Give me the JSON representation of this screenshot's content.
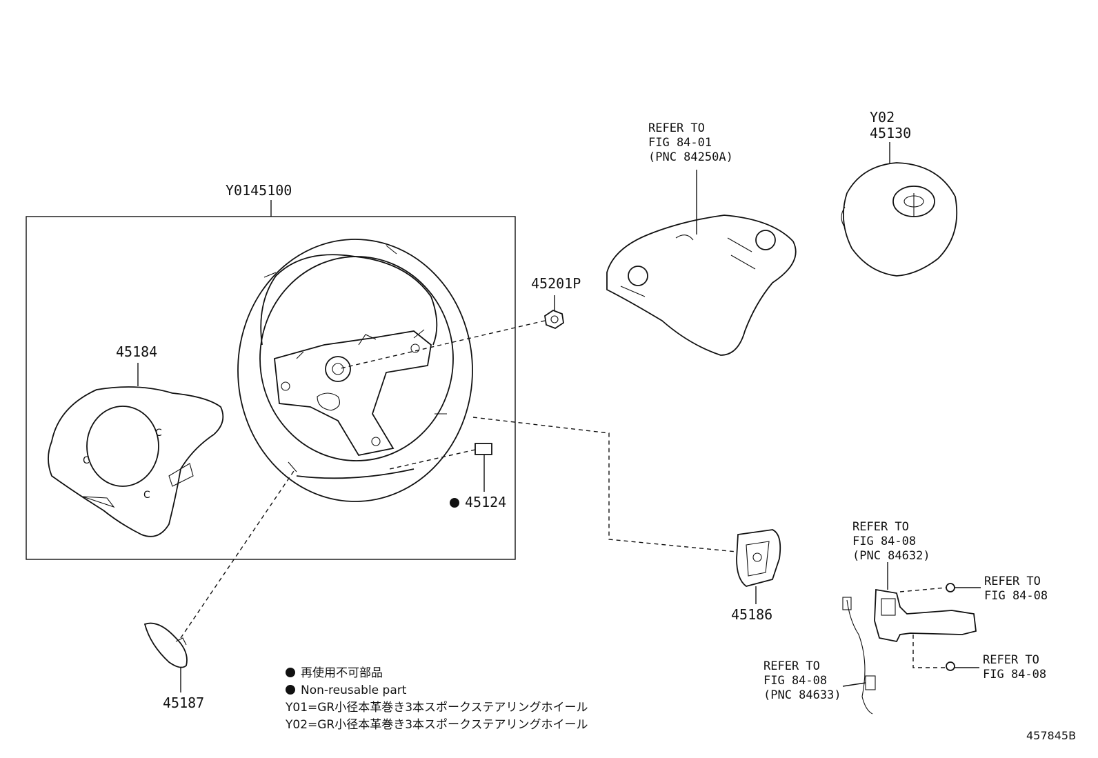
{
  "labels": {
    "assembly": "Y0145100",
    "pad_cover": "45184",
    "nut": "45201P",
    "emblem": "45124",
    "lower_cover": "45187",
    "switch_cover": "45186",
    "airbag_variant": "Y02",
    "airbag_part": "45130",
    "doc_id": "457845B"
  },
  "refs": {
    "top": "REFER TO\nFIG 84-01\n(PNC 84250A)",
    "combo_switch": "REFER TO\nFIG 84-08\n(PNC 84632)",
    "screw_upper": "REFER TO\nFIG 84-08",
    "screw_lower": "REFER TO\nFIG 84-08",
    "wire": "REFER TO\nFIG 84-08\n(PNC 84633)"
  },
  "notes": {
    "nonreusable_jp": "再使用不可部品",
    "nonreusable_en": "Non-reusable part",
    "y01": "Y01=GR小径本革巻き3本スポークステアリングホイール",
    "y02": "Y02=GR小径本革巻き3本スポークステアリングホイール"
  }
}
